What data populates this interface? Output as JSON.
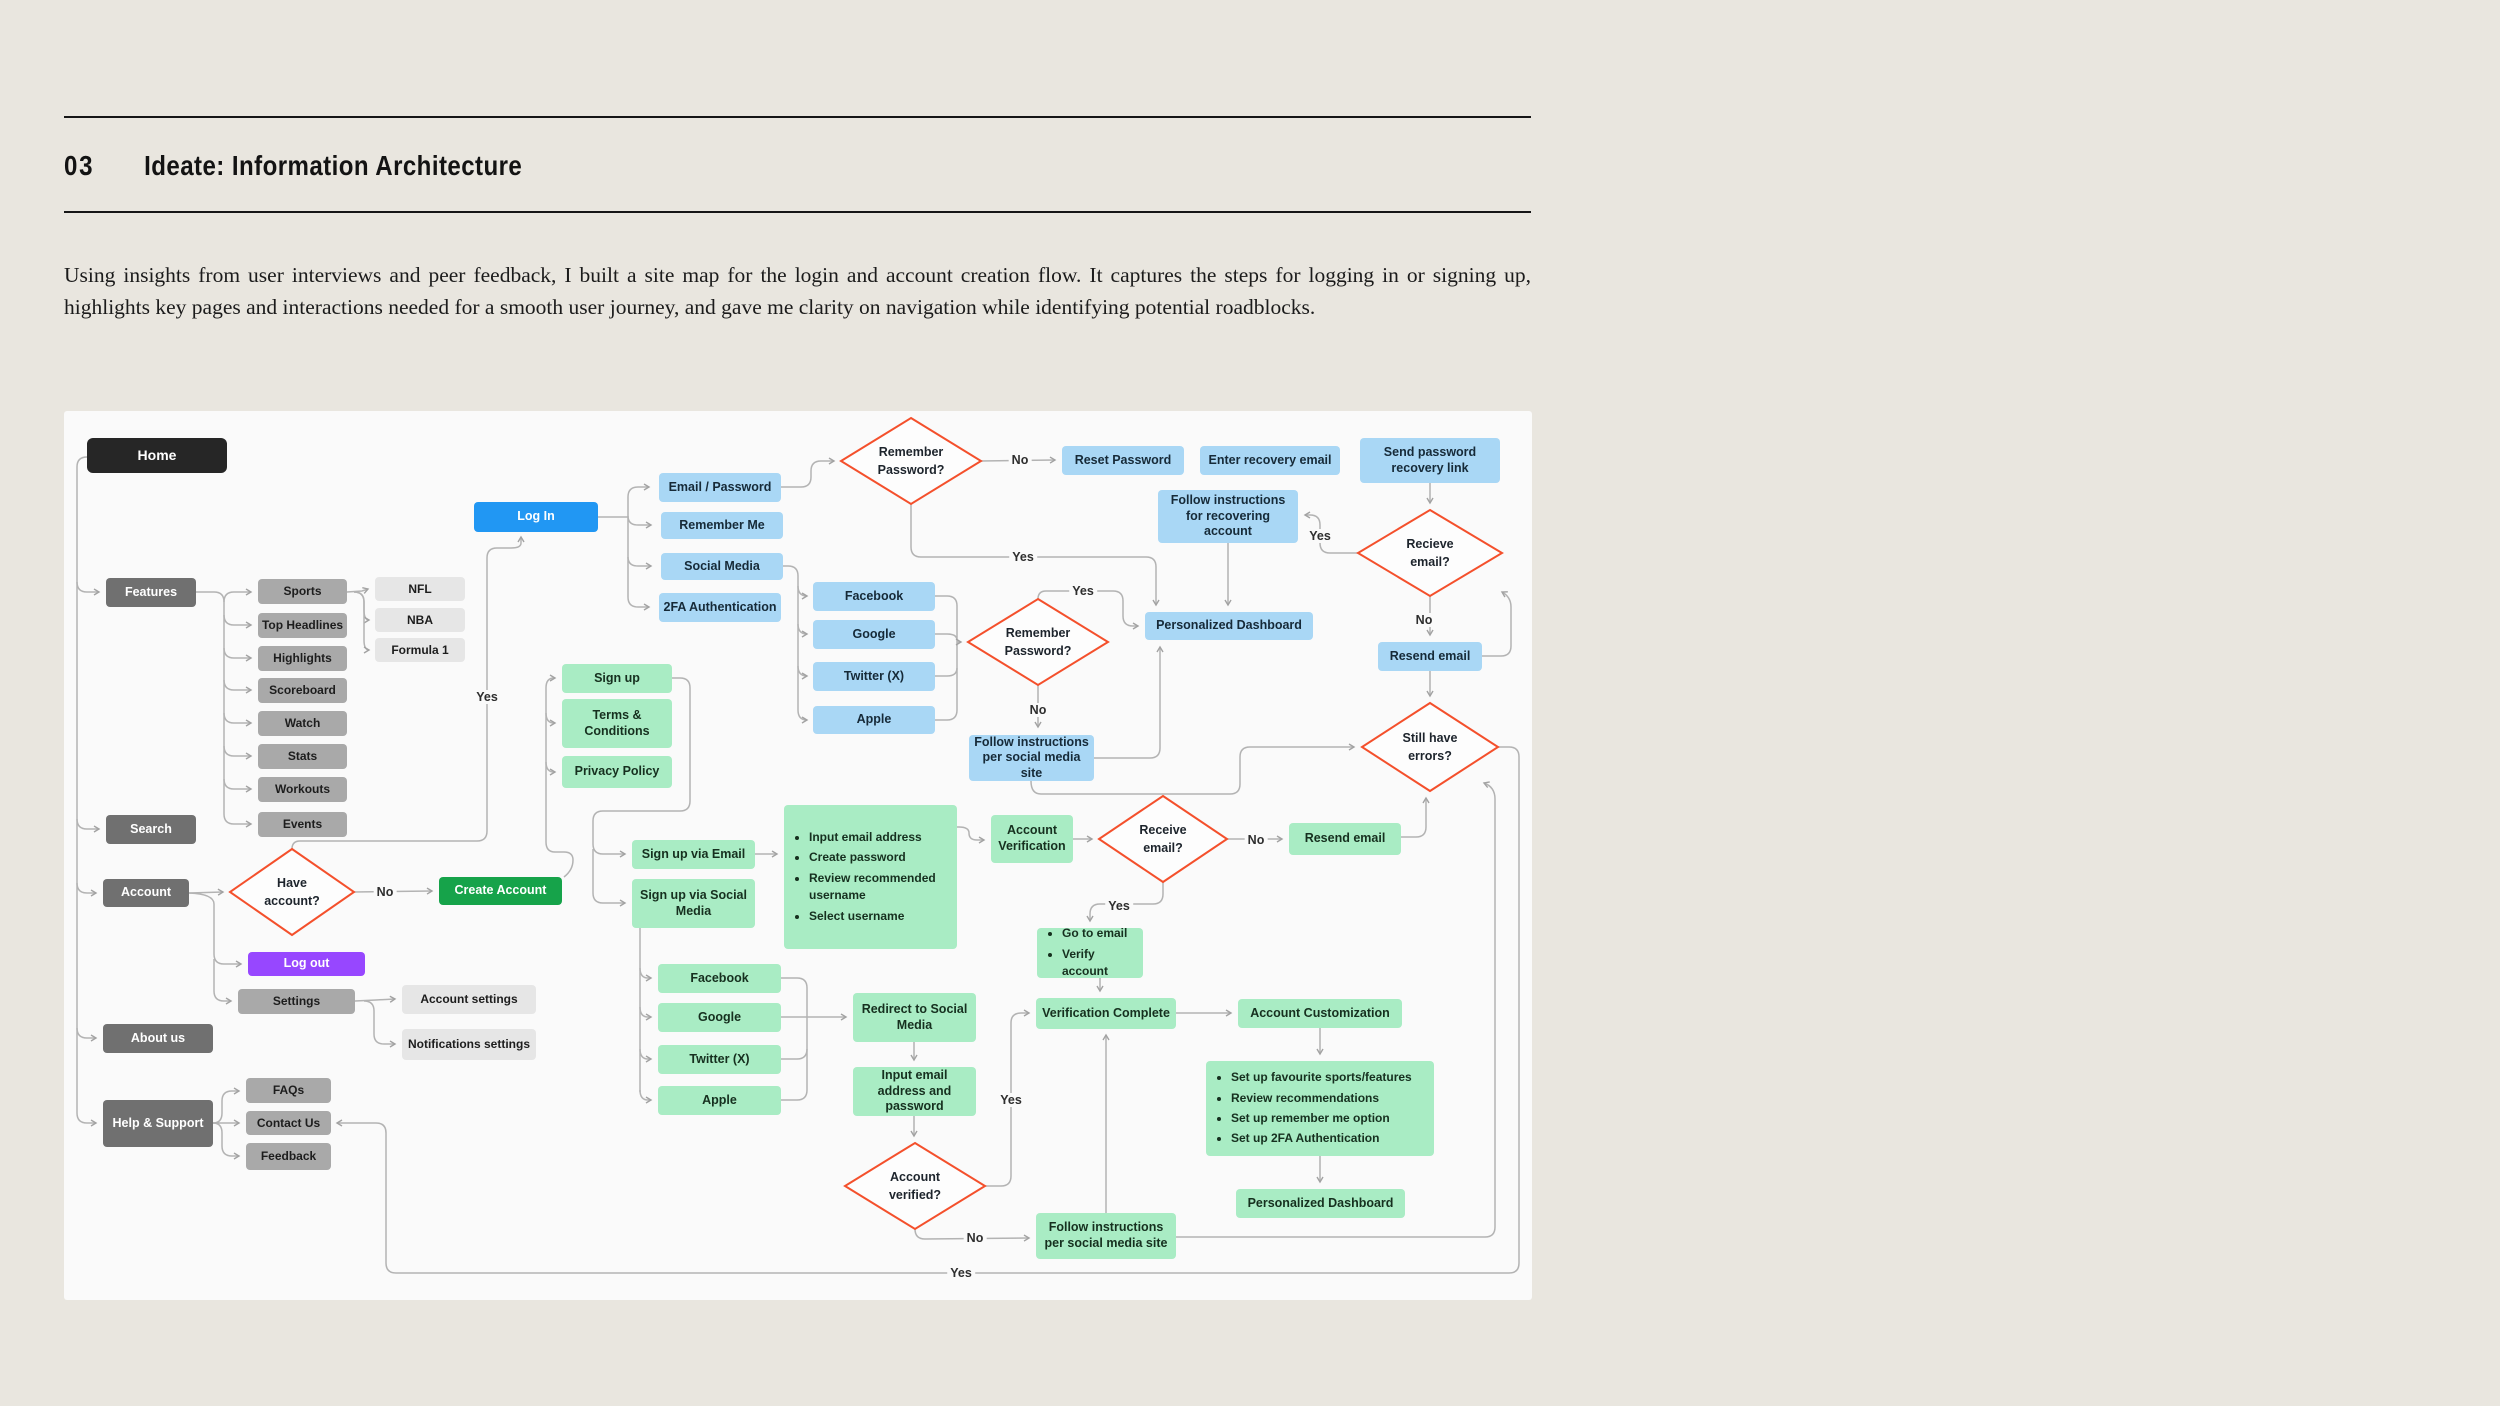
{
  "page": {
    "section_number": "03",
    "section_title": "Ideate: Information Architecture",
    "paragraph": "Using insights from user interviews and peer feedback, I built a site map for the login and account creation flow. It captures the steps for logging in or signing up, highlights key pages and interactions needed for a smooth user journey, and gave me clarity on navigation while identifying potential roadblocks."
  },
  "colors": {
    "page_bg": "#e9e6df",
    "canvas_bg": "#fafafa",
    "black_node": "#262626",
    "dark_node": "#707070",
    "mid_node": "#a9a9a9",
    "light_node": "#e6e6e6",
    "accent_blue": "#2197f3",
    "light_blue": "#a9d7f5",
    "green": "#16a34a",
    "light_green": "#a9ecc4",
    "purple": "#9747ff",
    "diamond_border": "#f4502c",
    "connector": "#a9a9a9"
  },
  "flowchart": {
    "nodes": {
      "home": "Home",
      "login": "Log In",
      "features": "Features",
      "search": "Search",
      "account": "Account",
      "aboutus": "About us",
      "help": "Help & Support",
      "sports": "Sports",
      "topheadlines": "Top Headlines",
      "highlights": "Highlights",
      "scoreboard": "Scoreboard",
      "watch": "Watch",
      "stats": "Stats",
      "workouts": "Workouts",
      "events": "Events",
      "nfl": "NFL",
      "nba": "NBA",
      "formula1": "Formula 1",
      "createaccount": "Create Account",
      "logout": "Log out",
      "settings": "Settings",
      "acctsettings": "Account settings",
      "notifsettings": "Notifications settings",
      "faqs": "FAQs",
      "contactus": "Contact Us",
      "feedback": "Feedback",
      "emailpassword": "Email / Password",
      "rememberme": "Remember Me",
      "socialmedia": "Social Media",
      "twofa": "2FA Authentication",
      "resetpassword": "Reset Password",
      "enterrecovery": "Enter recovery email",
      "sendrecovery": "Send password recovery link",
      "followrecover": "Follow instructions for recovering account",
      "pdash_blue": "Personalized Dashboard",
      "fb_blue": "Facebook",
      "gg_blue": "Google",
      "tw_blue": "Twitter (X)",
      "ap_blue": "Apple",
      "follow_social_blue": "Follow instructions per social media site",
      "resendemail1": "Resend email",
      "signup": "Sign up",
      "terms": "Terms & Conditions",
      "privacy": "Privacy Policy",
      "signupemail": "Sign up via Email",
      "signupsocial": "Sign up via Social Media",
      "acctverif": "Account Verification",
      "resendemail2": "Resend email",
      "fb_green": "Facebook",
      "gg_green": "Google",
      "tw_green": "Twitter (X)",
      "ap_green": "Apple",
      "redirect": "Redirect to Social Media",
      "inputemail": "Input email address and password",
      "verifcomplete": "Verification Complete",
      "acctcustom": "Account Customization",
      "pdash_green": "Personalized Dashboard",
      "follow_social_green": "Follow instructions per social media site"
    },
    "diamonds": {
      "have_account": "Have account?",
      "remember1": "Remember Password?",
      "remember2": "Remember Password?",
      "receive1": "Recieve email?",
      "stillerrors": "Still have errors?",
      "receive2": "Receive email?",
      "verified": "Account verified?"
    },
    "labels": {
      "yes": "Yes",
      "no": "No"
    },
    "bullets": {
      "signup_email_steps": [
        "Input email address",
        "Create password",
        "Review recommended username",
        "Select username"
      ],
      "verify_steps": [
        "Go to email",
        "Verify account"
      ],
      "customization_steps": [
        "Set up favourite sports/features",
        "Review recommendations",
        "Set up remember me option",
        "Set up 2FA Authentication"
      ]
    }
  }
}
